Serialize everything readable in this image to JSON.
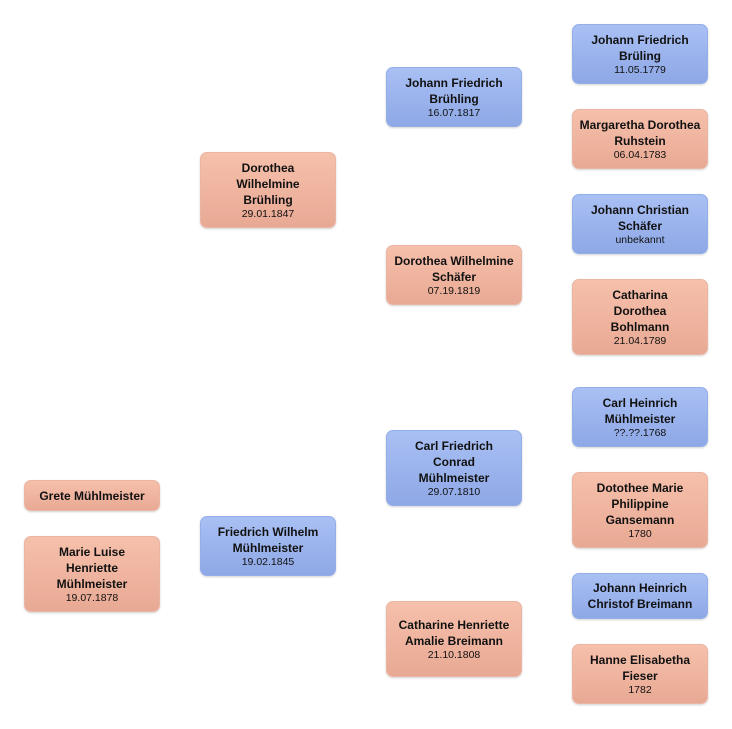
{
  "people": {
    "grete": {
      "name": "Grete Mühlmeister",
      "date": "",
      "sex": "female"
    },
    "marie": {
      "name": "Marie Luise Henriette Mühlmeister",
      "date": "19.07.1878",
      "sex": "female"
    },
    "dorothea_wb": {
      "name": "Dorothea Wilhelmine Brühling",
      "date": "29.01.1847",
      "sex": "female"
    },
    "friedrich_wm": {
      "name": "Friedrich Wilhelm Mühlmeister",
      "date": "19.02.1845",
      "sex": "male"
    },
    "johann_fb": {
      "name": "Johann Friedrich Brühling",
      "date": "16.07.1817",
      "sex": "male"
    },
    "dorothea_ws": {
      "name": "Dorothea Wilhelmine Schäfer",
      "date": "07.19.1819",
      "sex": "female"
    },
    "carl_fcm": {
      "name": "Carl Friedrich Conrad Mühlmeister",
      "date": "29.07.1810",
      "sex": "male"
    },
    "catharine_hab": {
      "name": "Catharine Henriette Amalie Breimann",
      "date": "21.10.1808",
      "sex": "female"
    },
    "johann_fb2": {
      "name": "Johann Friedrich Brüling",
      "date": "11.05.1779",
      "sex": "male"
    },
    "margaretha": {
      "name": "Margaretha Dorothea Ruhstein",
      "date": "06.04.1783",
      "sex": "female"
    },
    "johann_cs": {
      "name": "Johann Christian Schäfer",
      "date": "unbekannt",
      "sex": "male"
    },
    "catharina_db": {
      "name": "Catharina Dorothea Bohlmann",
      "date": "21.04.1789",
      "sex": "female"
    },
    "carl_hm": {
      "name": "Carl Heinrich Mühlmeister",
      "date": "??.??.1768",
      "sex": "male"
    },
    "dotothee": {
      "name": "Dotothee Marie Philippine Gansemann",
      "date": "1780",
      "sex": "female"
    },
    "johann_hcb": {
      "name": "Johann Heinrich Christof Breimann",
      "date": "",
      "sex": "male"
    },
    "hanne": {
      "name": "Hanne Elisabetha Fieser",
      "date": "1782",
      "sex": "female"
    }
  }
}
